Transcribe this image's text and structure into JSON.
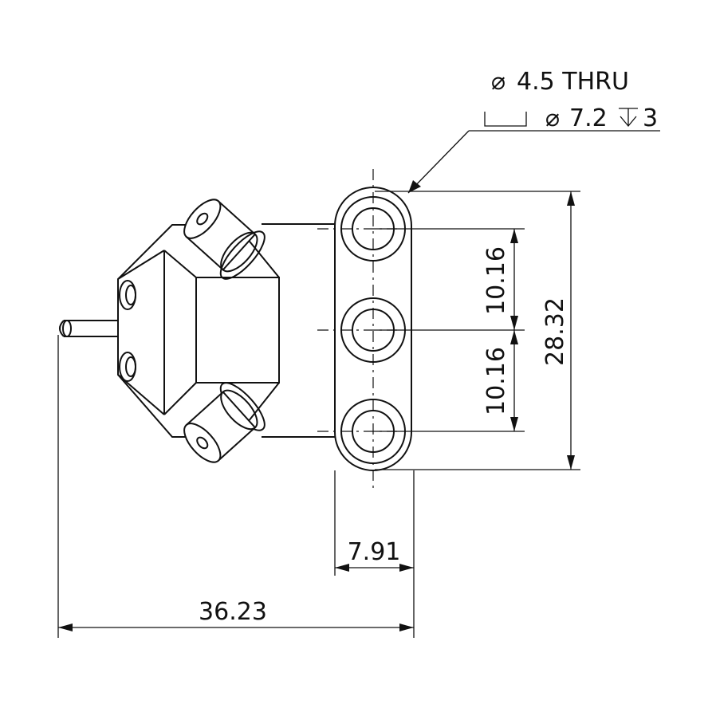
{
  "callout": {
    "line1_symbol": "⌀",
    "line1_text": "4.5 THRU",
    "line2_cbore_symbol": "⌴",
    "line2_dia_symbol": "⌀",
    "line2_value": "7.2",
    "line2_depth_symbol": "↧",
    "line2_depth": "3"
  },
  "dimensions": {
    "pitch_upper": "10.16",
    "pitch_lower": "10.16",
    "overall_height": "28.32",
    "flange_width": "7.91",
    "overall_length": "36.23"
  },
  "colors": {
    "line": "#111111",
    "background": "#ffffff"
  }
}
